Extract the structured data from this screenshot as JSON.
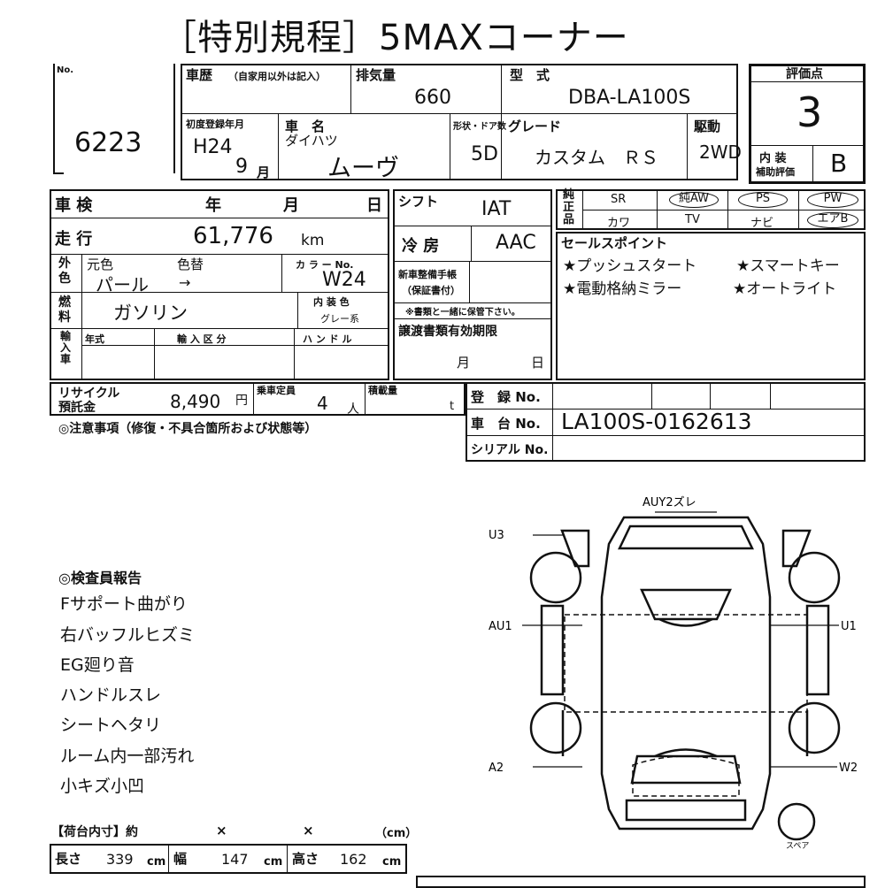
{
  "header": {
    "title": "［特別規程］5MAXコーナー"
  },
  "lot": {
    "no_label": "No.",
    "number": "6223"
  },
  "history": {
    "label": "車歴",
    "note": "（自家用以外は記入）"
  },
  "displacement": {
    "label": "排気量",
    "value": "660"
  },
  "model": {
    "label": "型　式",
    "value": "DBA-LA100S"
  },
  "score": {
    "label": "評価点",
    "value": "3",
    "interior_label": "内 装",
    "interior_sub": "補助評価",
    "interior_value": "B"
  },
  "first_reg": {
    "label": "初度登録年月",
    "era_year": "H24",
    "month": "9",
    "month_unit": "月"
  },
  "car_name": {
    "label": "車　名",
    "maker": "ダイハツ",
    "value": "ムーヴ"
  },
  "doors": {
    "label": "形状・ドア数",
    "value": "5D"
  },
  "grade": {
    "label": "グレード",
    "value": "カスタム　ＲＳ"
  },
  "drive": {
    "label": "駆動",
    "value": "2WD"
  },
  "inspection": {
    "label": "車 検",
    "year": "年",
    "month": "月",
    "day": "日"
  },
  "shift": {
    "label": "シフト",
    "value": "IAT"
  },
  "equipment": {
    "label": "純正品",
    "row1": [
      "SR",
      "純AW",
      "PS",
      "PW"
    ],
    "row2": [
      "カワ",
      "TV",
      "ナビ",
      "エアB"
    ]
  },
  "mileage": {
    "label": "走 行",
    "value": "61,776",
    "unit": "km"
  },
  "ac": {
    "label": "冷 房",
    "value": "AAC"
  },
  "sales_points": {
    "label": "セールスポイント",
    "items": [
      "★プッシュスタート",
      "★スマートキー",
      "★電動格納ミラー",
      "★オートライト"
    ]
  },
  "color": {
    "side": "外色",
    "orig_label": "元色",
    "change_label": "色替",
    "code_label": "カ ラ ー No.",
    "value": "パール",
    "arrow": "→",
    "code": "W24"
  },
  "warranty": {
    "label": "新車整備手帳",
    "sub": "（保証書付）",
    "note": "※書類と一緒に保管下さい。"
  },
  "fuel": {
    "label": "燃料",
    "value": "ガソリン",
    "interior_label": "内 装 色",
    "interior_value": "グレー系"
  },
  "import": {
    "side": "輸入車",
    "year_label": "年式",
    "type_label": "輸 入 区 分",
    "handle_label": "ハ ン ド ル"
  },
  "transfer": {
    "label": "譲渡書類有効期限",
    "month": "月",
    "day": "日"
  },
  "recycle": {
    "label1": "リサイクル",
    "label2": "預託金",
    "value": "8,490",
    "unit": "円"
  },
  "capacity": {
    "label": "乗車定員",
    "value": "4",
    "unit": "人"
  },
  "load": {
    "label": "積載量",
    "unit": "t"
  },
  "registration": {
    "label": "登　録 No."
  },
  "chassis": {
    "label": "車　台 No.",
    "value": "LA100S-0162613"
  },
  "serial": {
    "label": "シリアル No."
  },
  "notes": {
    "label": "◎注意事項（修復・不具合箇所および状態等）"
  },
  "inspector": {
    "label": "◎検査員報告",
    "items": [
      "Fサポート曲がり",
      "右バッフルヒズミ",
      "EG廻り音",
      "ハンドルスレ",
      "シートヘタリ",
      "ルーム内一部汚れ",
      "小キズ小凹"
    ]
  },
  "diagram": {
    "top": "AUY2ズレ",
    "u3": "U3",
    "au1": "AU1",
    "u1": "U1",
    "a2": "A2",
    "w2": "W2",
    "spare": "スペア"
  },
  "cargo": {
    "label": "【荷台内寸】約",
    "x1": "×",
    "x2": "×",
    "unit_label": "（cm）",
    "length_label": "長さ",
    "length": "339",
    "width_label": "幅",
    "width": "147",
    "height_label": "高さ",
    "height": "162",
    "cm": "cm"
  }
}
